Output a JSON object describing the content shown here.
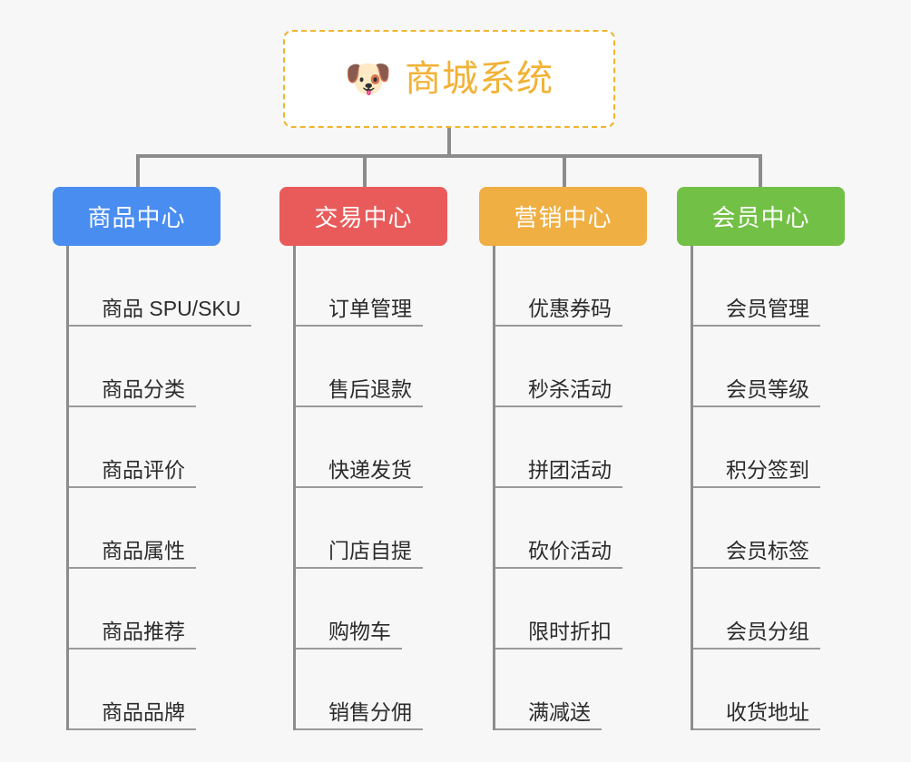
{
  "page": {
    "background_color": "#f7f7f7",
    "text_color": "#2b2b2b",
    "connector_color": "#8c8c8c"
  },
  "root": {
    "title": "商城系统",
    "emoji": "🐶",
    "emoji_name": "dog-face-emoji",
    "border_color": "#f0b52e",
    "text_color": "#f2b236"
  },
  "columns": [
    {
      "id": "product-center",
      "header": "商品中心",
      "color": "#4a8df0",
      "items": [
        "商品 SPU/SKU",
        "商品分类",
        "商品评价",
        "商品属性",
        "商品推荐",
        "商品品牌"
      ]
    },
    {
      "id": "trade-center",
      "header": "交易中心",
      "color": "#e95b5b",
      "items": [
        "订单管理",
        "售后退款",
        "快递发货",
        "门店自提",
        "购物车",
        "销售分佣"
      ]
    },
    {
      "id": "marketing-center",
      "header": "营销中心",
      "color": "#efaf43",
      "items": [
        "优惠券码",
        "秒杀活动",
        "拼团活动",
        "砍价活动",
        "限时折扣",
        "满减送"
      ]
    },
    {
      "id": "member-center",
      "header": "会员中心",
      "color": "#73c046",
      "items": [
        "会员管理",
        "会员等级",
        "积分签到",
        "会员标签",
        "会员分组",
        "收货地址"
      ]
    }
  ]
}
